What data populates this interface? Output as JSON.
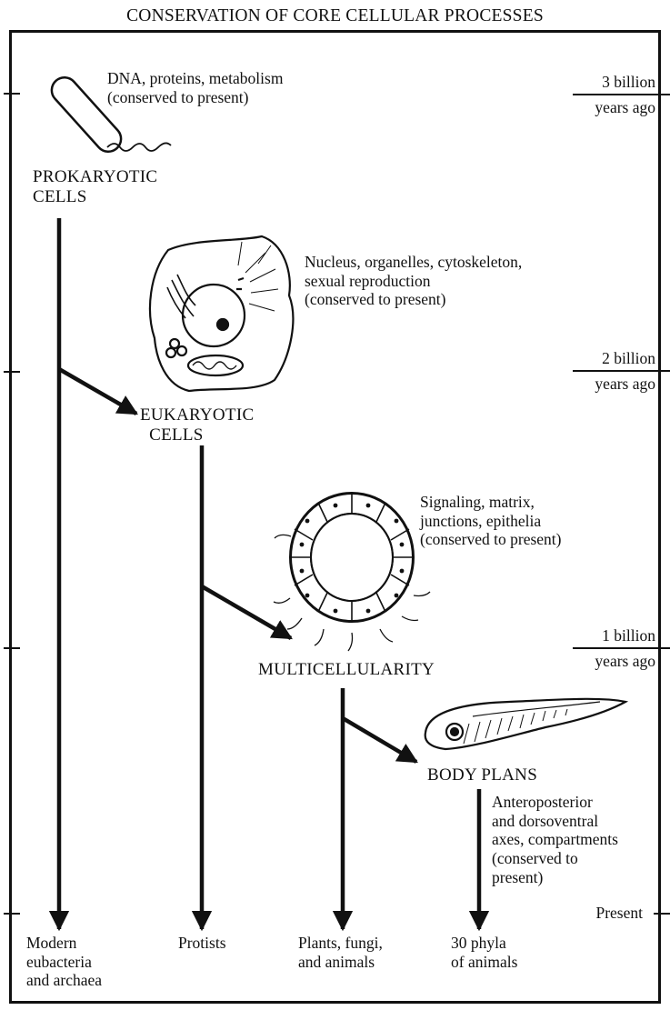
{
  "title": "CONSERVATION OF CORE CELLULAR PROCESSES",
  "stages": {
    "prokaryotic": {
      "label": "PROKARYOTIC\nCELLS",
      "note": "DNA, proteins, metabolism\n(conserved to present)"
    },
    "eukaryotic": {
      "label": "EUKARYOTIC\n  CELLS",
      "note": "Nucleus, organelles, cytoskeleton,\nsexual reproduction\n(conserved to present)"
    },
    "multicellularity": {
      "label": "MULTICELLULARITY",
      "note": "Signaling, matrix,\njunctions, epithelia\n(conserved to present)"
    },
    "body_plans": {
      "label": "BODY PLANS",
      "note": "Anteroposterior\nand dorsoventral\naxes, compartments\n(conserved to\npresent)"
    }
  },
  "timeline": {
    "t3": {
      "top": "3 billion",
      "bottom": "years ago"
    },
    "t2": {
      "top": "2 billion",
      "bottom": "years ago"
    },
    "t1": {
      "top": "1 billion",
      "bottom": "years ago"
    },
    "present": "Present"
  },
  "outcomes": {
    "modern": "Modern\neubacteria\nand archaea",
    "protists": "Protists",
    "plants": "Plants, fungi,\nand animals",
    "phyla": "30 phyla\nof animals"
  }
}
